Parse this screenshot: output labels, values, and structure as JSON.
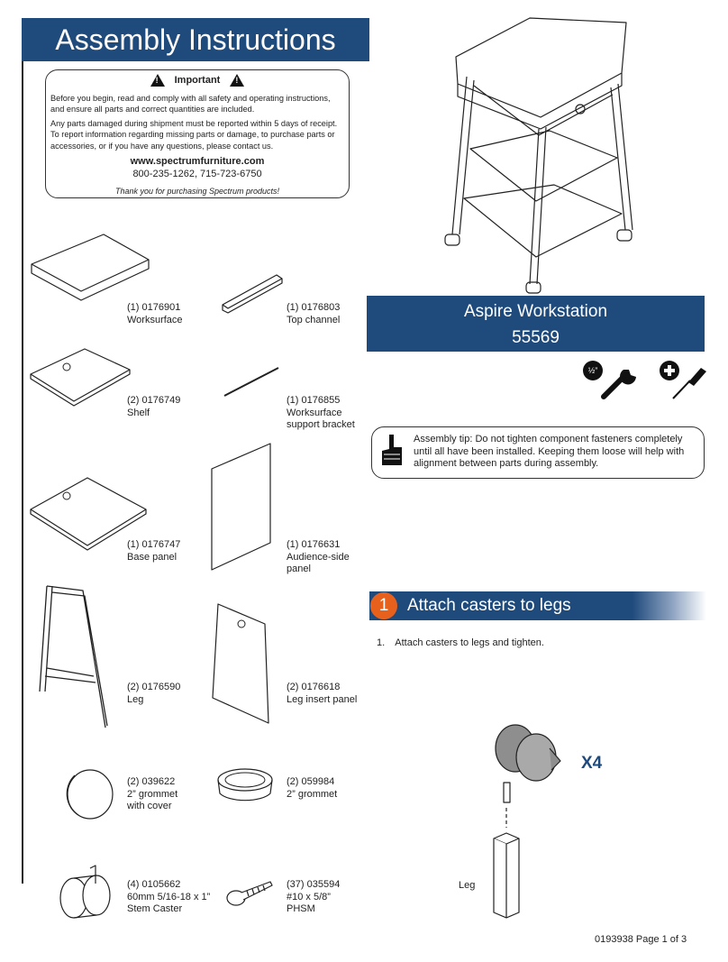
{
  "header": {
    "title": "Assembly Instructions"
  },
  "important": {
    "heading": "Important",
    "para1_line1": "Before you begin, read and comply with all safety and operating instructions,",
    "para1_line2": "and ensure all parts and correct quantities are included.",
    "para2_line1": "Any parts damaged during shipment must be reported within 5 days of receipt.",
    "para2_line2": "To report information regarding missing parts or damage, to purchase parts or",
    "para2_line3": "accessories, or if you have any questions, please contact us.",
    "website": "www.spectrumfurniture.com",
    "phones": "800-235-1262, 715-723-6750",
    "thanks": "Thank you for purchasing Spectrum products!"
  },
  "parts": [
    {
      "qty_code": "(1) 0176901",
      "name": [
        "Worksurface"
      ]
    },
    {
      "qty_code": "(1) 0176803",
      "name": [
        "Top channel"
      ]
    },
    {
      "qty_code": "(2) 0176749",
      "name": [
        "Shelf"
      ]
    },
    {
      "qty_code": "(1) 0176855",
      "name": [
        "Worksurface",
        "support bracket"
      ]
    },
    {
      "qty_code": "(1) 0176747",
      "name": [
        "Base panel"
      ]
    },
    {
      "qty_code": "(1) 0176631",
      "name": [
        "Audience-side",
        "panel"
      ]
    },
    {
      "qty_code": "(2) 0176590",
      "name": [
        "Leg"
      ]
    },
    {
      "qty_code": "(2) 0176618",
      "name": [
        "Leg insert panel"
      ]
    },
    {
      "qty_code": "(2) 039622",
      "name": [
        "2” grommet",
        "with cover"
      ]
    },
    {
      "qty_code": "(2) 059984",
      "name": [
        "2” grommet"
      ]
    },
    {
      "qty_code": "(4) 0105662",
      "name": [
        "60mm 5/16-18 x 1”",
        "Stem Caster"
      ]
    },
    {
      "qty_code": "(37) 035594",
      "name": [
        "#10 x 5/8”",
        "PHSM"
      ]
    }
  ],
  "product": {
    "name": "Aspire Workstation",
    "model": "55569"
  },
  "tools": {
    "wrench_size": "½”",
    "screwdriver": "phillips"
  },
  "tip": {
    "line1": "Assembly tip: Do not tighten component fasteners completely",
    "line2": "until all have been installed. Keeping them loose will help with",
    "line3": "alignment between parts during assembly."
  },
  "step1": {
    "number": "1",
    "title": "Attach casters to legs",
    "instruction_number": "1.",
    "instruction": "Attach casters to legs and tighten.",
    "multiplier": "X4",
    "leg_label": "Leg"
  },
  "footer": {
    "page": "0193938 Page 1 of 3"
  },
  "colors": {
    "brand_blue": "#1f4a7c",
    "step_orange": "#e8611c"
  }
}
